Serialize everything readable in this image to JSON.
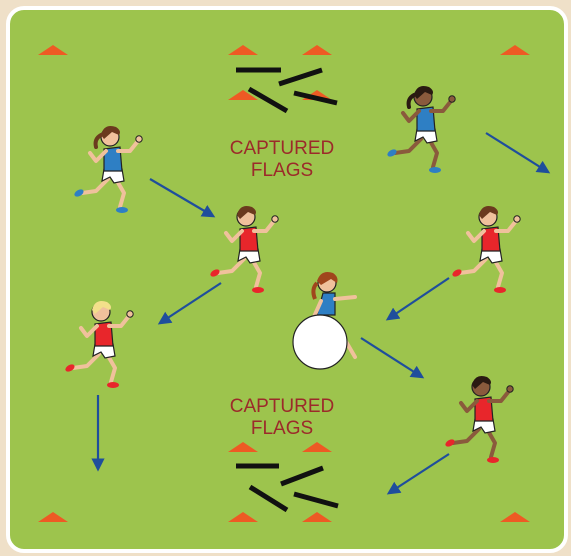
{
  "diagram": {
    "colors": {
      "page": "#efe0c8",
      "field": "#9dc44d",
      "field_border": "#ffffff",
      "cone": "#ee5a24",
      "flag": "#111111",
      "arrow": "#1f4e9c",
      "caption": "#9c2a2a",
      "team_blue": "#2e7fc4",
      "team_red": "#e8262b",
      "skin": "#f0c19c",
      "skin_dark": "#8a5a3c",
      "shorts": "#ffffff",
      "ball": "#ffffff"
    },
    "zones": [
      {
        "caption_line1": "CAPTURED",
        "caption_line2": "FLAGS"
      },
      {
        "caption_line1": "CAPTURED",
        "caption_line2": "FLAGS"
      }
    ],
    "players": [
      {
        "id": "blue-runner-left",
        "team": "blue",
        "hair": "brown",
        "skin": "light"
      },
      {
        "id": "blue-runner-right",
        "team": "blue",
        "hair": "dark",
        "skin": "dark"
      },
      {
        "id": "red-runner-center",
        "team": "red",
        "hair": "brown",
        "skin": "light"
      },
      {
        "id": "red-runner-right",
        "team": "red",
        "hair": "brown",
        "skin": "light"
      },
      {
        "id": "red-runner-left",
        "team": "red",
        "hair": "blonde",
        "skin": "light"
      },
      {
        "id": "red-runner-bottom-right",
        "team": "red",
        "hair": "dark",
        "skin": "dark"
      },
      {
        "id": "ball-carrier",
        "team": "blue",
        "hair": "auburn",
        "skin": "light",
        "carrying": "ball"
      }
    ]
  }
}
